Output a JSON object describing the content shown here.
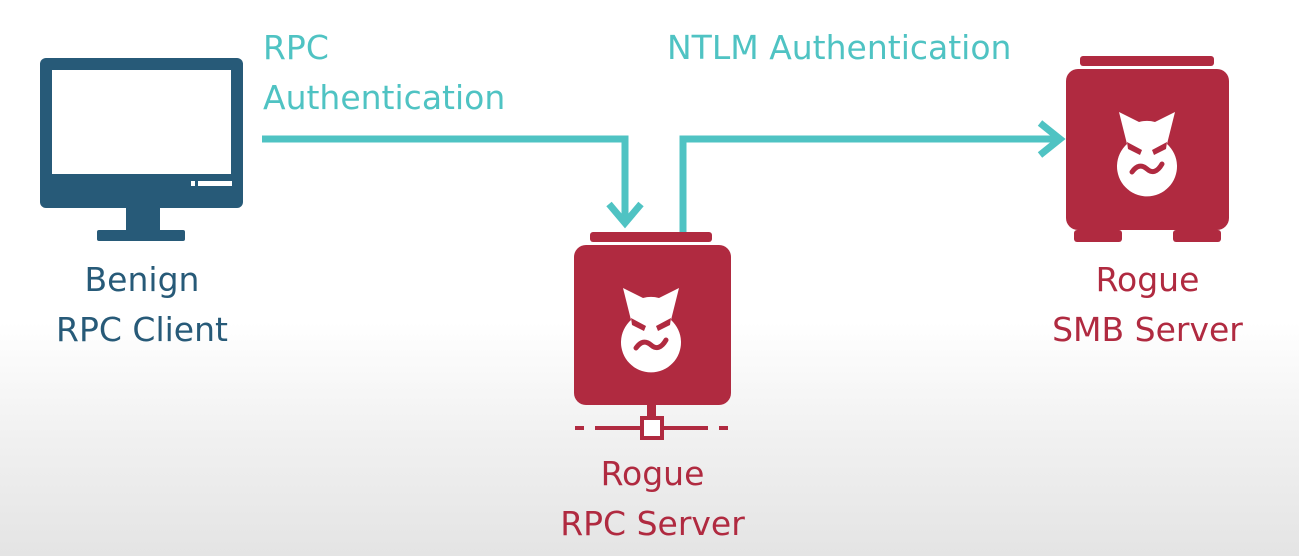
{
  "colors": {
    "arrow": "#4fc3c3",
    "client": "#275a78",
    "rogue": "#b02a40"
  },
  "labels": {
    "rpc_auth_line1": "RPC",
    "rpc_auth_line2": "Authentication",
    "ntlm_auth": "NTLM Authentication"
  },
  "nodes": {
    "client": {
      "line1": "Benign",
      "line2": "RPC Client",
      "icon": "monitor-icon"
    },
    "rpc_server": {
      "line1": "Rogue",
      "line2": "RPC Server",
      "icon": "evil-server-icon"
    },
    "smb_server": {
      "line1": "Rogue",
      "line2": "SMB Server",
      "icon": "evil-server-icon"
    }
  }
}
